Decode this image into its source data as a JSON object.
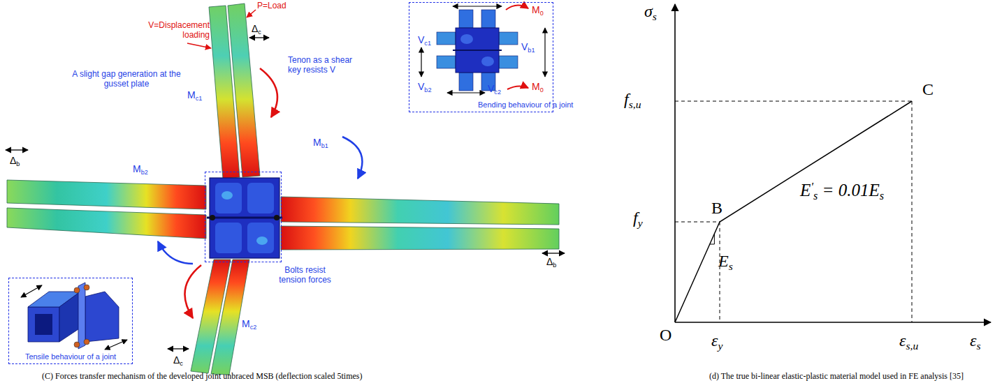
{
  "diagram": {
    "nodes": [
      {
        "text": [
          "Vc1",
          "M0",
          "Vb1",
          "Vb2",
          "Vc2",
          "M0",
          "Bending behaviour of a joint"
        ]
      },
      {
        "text": [
          "Bolts resist tension forces"
        ]
      },
      {
        "text": [
          "Tensile behaviour of a joint"
        ]
      }
    ],
    "labels": [
      "P=Load",
      "V=Displacement loading",
      "Δc",
      "Mc1",
      "Tenon as a shear key resists V",
      "A slight gap generation at the gusset plate",
      "Δb",
      "Mb2",
      "Mb1",
      "Δb",
      "Mc2",
      "Δc",
      "(C) Forces transfer mechanism of the developed joint unbraced MSB (deflection scaled 5times)",
      "σs",
      "fs,u",
      "fy",
      "B",
      "C",
      "E's = 0.01Es",
      "Es",
      "O",
      "εy",
      "εs,u",
      "εs",
      "(d) The true bi-linear elastic-plastic material model used in FE analysis [35]"
    ]
  }
}
